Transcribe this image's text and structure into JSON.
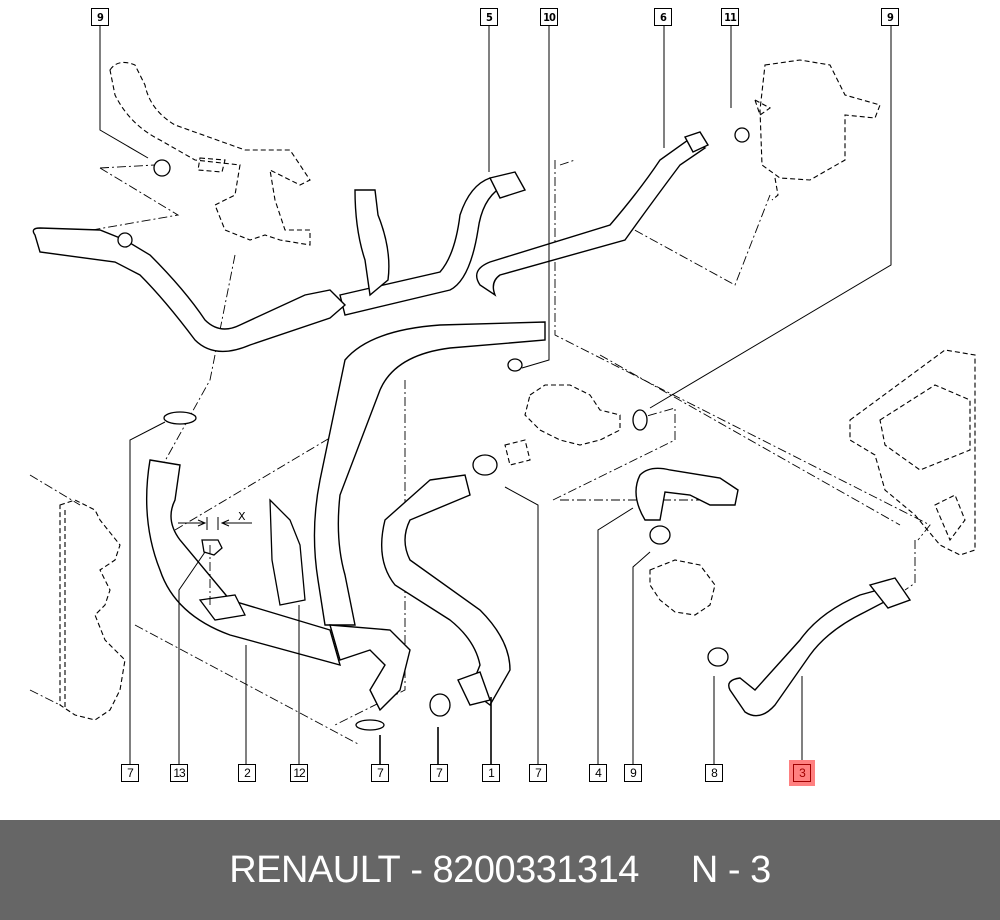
{
  "diagram": {
    "title": "Cooling system hoses exploded view",
    "callouts_top": [
      {
        "id": "callout-9-top-left",
        "label": "9"
      },
      {
        "id": "callout-5",
        "label": "5"
      },
      {
        "id": "callout-10",
        "label": "10"
      },
      {
        "id": "callout-6",
        "label": "6"
      },
      {
        "id": "callout-11",
        "label": "11"
      },
      {
        "id": "callout-9-top-right",
        "label": "9"
      }
    ],
    "callouts_bottom": [
      {
        "id": "callout-7-a",
        "label": "7"
      },
      {
        "id": "callout-13",
        "label": "13"
      },
      {
        "id": "callout-2",
        "label": "2"
      },
      {
        "id": "callout-12",
        "label": "12"
      },
      {
        "id": "callout-7-b",
        "label": "7"
      },
      {
        "id": "callout-7-c",
        "label": "7"
      },
      {
        "id": "callout-1",
        "label": "1"
      },
      {
        "id": "callout-7-d",
        "label": "7"
      },
      {
        "id": "callout-4",
        "label": "4"
      },
      {
        "id": "callout-9-bottom",
        "label": "9"
      },
      {
        "id": "callout-8",
        "label": "8"
      },
      {
        "id": "callout-3",
        "label": "3",
        "highlighted": true
      }
    ],
    "dimension_label": "X",
    "highlight_color": "#ff8080"
  },
  "footer": {
    "brand": "RENAULT",
    "separator": "-",
    "part_number": "8200331314",
    "ref_prefix": "N",
    "ref_separator": "-",
    "ref_number": "3",
    "background": "#666666"
  }
}
